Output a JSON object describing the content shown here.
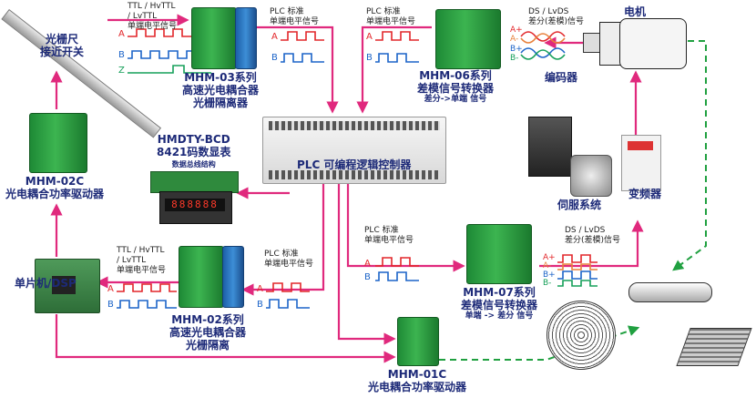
{
  "labels": {
    "ttl_top": [
      "TTL / HvTTL",
      "/ LvTTL",
      "单端电平信号"
    ],
    "plc_top1": [
      "PLC 标准",
      "单端电平信号"
    ],
    "plc_top2": [
      "PLC 标准",
      "单端电平信号"
    ],
    "ds_top": [
      "DS / LvDS",
      "差分(差模)信号"
    ],
    "motor": "电机",
    "encoder": "编码器",
    "grating": [
      "光栅尺",
      "接近开关"
    ],
    "mhm03": [
      "MHM-03系列",
      "高速光电耦合器",
      "光栅隔离器"
    ],
    "mhm06": [
      "MHM-06系列",
      "差模信号转换器"
    ],
    "mhm06_sub": "差分->单端 信号",
    "mhm02c": [
      "MHM-02C",
      "光电耦合功率驱动器"
    ],
    "hmdty": [
      "HMDTY-BCD",
      "8421码数显表"
    ],
    "hmdty_sub": "数据总线结构",
    "plc": "PLC 可编程逻辑控制器",
    "servo": "伺服系统",
    "inverter": "变频器",
    "mcu": "单片机/DSP",
    "ttl_bottom": [
      "TTL / HvTTL",
      "/ LvTTL",
      "单端电平信号"
    ],
    "plc_bottom1": [
      "PLC 标准",
      "单端电平信号"
    ],
    "plc_bottom2": [
      "PLC 标准",
      "单端电平信号"
    ],
    "ds_bottom": [
      "DS / LvDS",
      "差分(差模)信号"
    ],
    "mhm02": [
      "MHM-02系列",
      "高速光电耦合器",
      "光栅隔离"
    ],
    "mhm07": [
      "MHM-07系列",
      "差模信号转换器"
    ],
    "mhm07_sub": "单端 -> 差分 信号",
    "mhm01c": [
      "MHM-01C",
      "光电耦合功率驱动器"
    ]
  },
  "channels": {
    "abz": [
      "A",
      "B",
      "Z"
    ],
    "ab": [
      "A",
      "B"
    ],
    "diff": [
      "A+",
      "A-",
      "B+",
      "B-"
    ]
  },
  "colors": {
    "arrow": "#e0297d",
    "wave_red": "#e2262a",
    "wave_blue": "#1c64c8",
    "wave_green": "#16a05a",
    "dashed": "#20a040",
    "title": "#1d2a78"
  }
}
